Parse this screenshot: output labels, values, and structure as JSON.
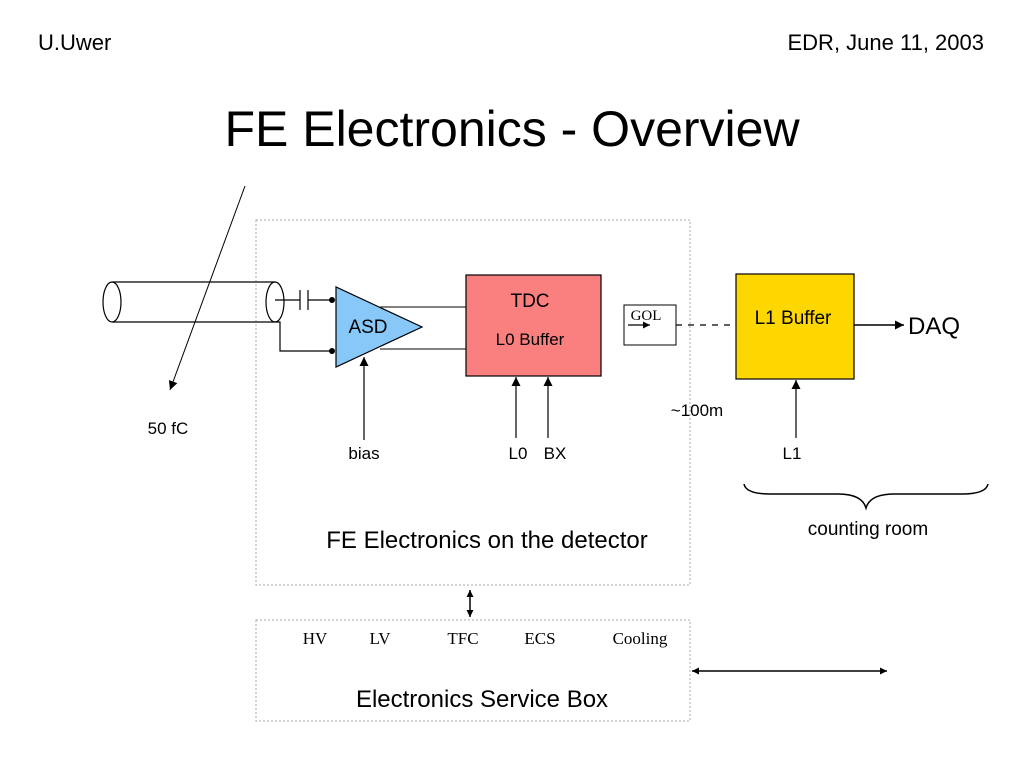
{
  "header": {
    "author": "U.Uwer",
    "event": "EDR, June 11, 2003"
  },
  "title": "FE Electronics - Overview",
  "diagram": {
    "charge_label": "50 fC",
    "asd_label": "ASD",
    "bias_label": "bias",
    "tdc_label": "TDC",
    "l0_buffer_label": "L0 Buffer",
    "l0_label": "L0",
    "bx_label": "BX",
    "gol_label": "GOL",
    "distance_label": "~100m",
    "l1_buffer_label": "L1 Buffer",
    "daq_label": "DAQ",
    "l1_label": "L1",
    "counting_room_label": "counting room",
    "detector_box_label": "FE Electronics on the detector",
    "service_box": {
      "items": [
        "HV",
        "LV",
        "TFC",
        "ECS",
        "Cooling"
      ],
      "label": "Electronics Service Box"
    },
    "colors": {
      "asd": "#88c8f8",
      "tdc": "#fa8080",
      "l1_buffer": "#ffd700",
      "box_border": "#aaaaaa"
    }
  }
}
